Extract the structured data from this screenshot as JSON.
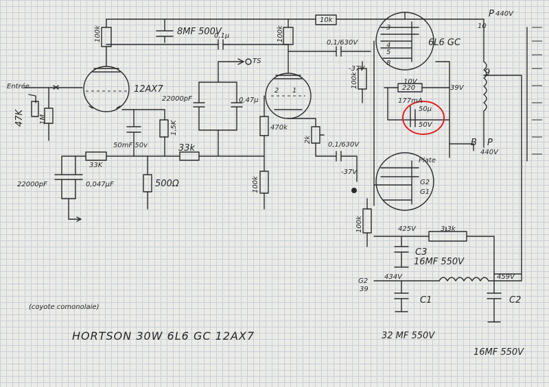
{
  "labels": {
    "input": "Entrée",
    "r_input_shunt": "47K",
    "r_input_grid": "1M",
    "pot_input": "47K",
    "r_plate_v1": "100k",
    "tube_v1": "12AX7",
    "c_cathode_v1": "50mF 50v",
    "r_cathode_v1": "1,5K",
    "c_filter_top": "8MF 500V",
    "c_coupling_v1": "0,1µ",
    "tonestack_c1": "22000pF",
    "tonestack_c2": "0,47µ",
    "fx_out": "TS",
    "r_ts_33k": "33k",
    "r_dropping_33k": "33K",
    "filter_c_a": "22000pF",
    "filter_c_b": "0,047µF",
    "r_cathode_500": "500Ω",
    "r_plate_v2": "100k",
    "r_470k": "470k",
    "r_100k_v2b": "100k",
    "pot_2k": "2k",
    "c_coupling_v2": "0,1/630V",
    "bias_neg": "-37V",
    "r_10k_top": "10k",
    "c_coupling_top": "0,1/630V",
    "r_grid_top": "100k",
    "bias_top": "-37V",
    "tube_top": "6L6 GC",
    "pin3": "3",
    "pin5": "5",
    "pin4": "4",
    "pin8": "8",
    "pin1": "1",
    "pin2": "2",
    "r_220": "220",
    "r_220_power": "10V",
    "cathode_current": "177mA",
    "cathode_v": "39V",
    "c_cathode_power": "50µ",
    "c_cathode_power_v": "50V",
    "tube_bottom_label": "Plate",
    "tube_bottom_g2": "G2",
    "tube_bottom_g1": "G1",
    "r_bottom_grid": "100k",
    "out_p_top": "P",
    "out_p_top_v": "440V",
    "out_num_10": "10",
    "out_num_9": "9",
    "out_b": "B",
    "out_p_bottom": "P",
    "out_p_bottom_v": "440V",
    "r_3k3": "3,3k",
    "v_425": "425V",
    "c3": "C3",
    "c3_value": "16MF 550V",
    "g2_label": "G2",
    "g2_sub": "39",
    "v_434": "434V",
    "c1": "C1",
    "c1_value": "32 MF 550V",
    "v_459": "459V",
    "c2": "C2",
    "c2_value": "16MF 550V",
    "note": "(coyote comonolaie)",
    "title": "HORTSON 30W 6L6 GC 12AX7"
  }
}
